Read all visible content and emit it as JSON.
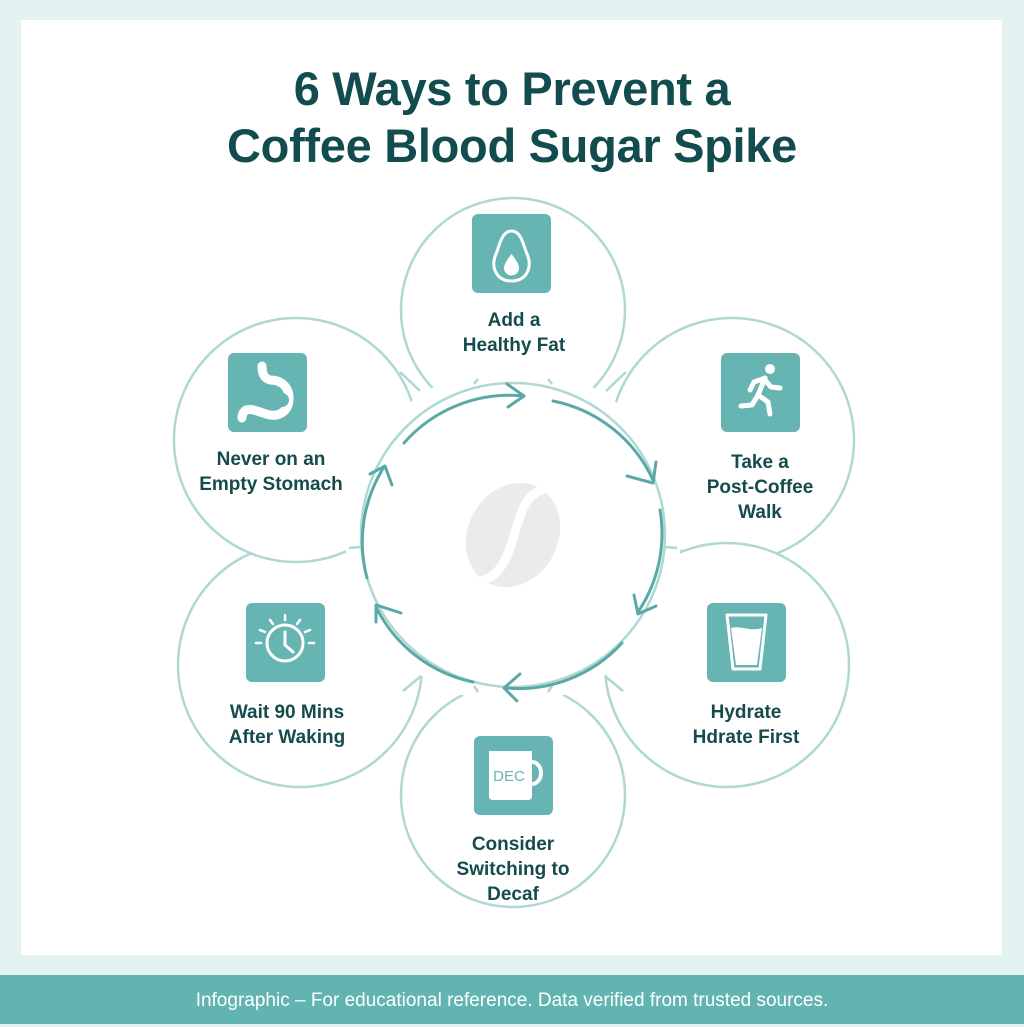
{
  "title": {
    "line1": "6 Ways to Prevent a",
    "line2": "Coffee Blood Sugar Spike"
  },
  "colors": {
    "background": "#e4f2f1",
    "card": "#ffffff",
    "title": "#134c4e",
    "label": "#164b4c",
    "icon_tile": "#67b5b3",
    "petal_outline": "#aed8d4",
    "arrow": "#5aa9a7",
    "bean": "#e9ebec",
    "footer": "#62b4b1"
  },
  "center": {
    "icon": "coffee-bean-icon"
  },
  "steps": [
    {
      "icon": "avocado-icon",
      "lines": [
        "Add a",
        "Healthy Fat"
      ]
    },
    {
      "icon": "running-person-icon",
      "lines": [
        "Take a",
        "Post-Coffee",
        "Walk"
      ]
    },
    {
      "icon": "water-glass-icon",
      "lines": [
        "Hydrate",
        "Hdrate First"
      ]
    },
    {
      "icon": "decaf-mug-icon",
      "icon_text": "DEC",
      "lines": [
        "Consider",
        "Switching to",
        "Decaf"
      ]
    },
    {
      "icon": "clock-sunrise-icon",
      "lines": [
        "Wait 90 Mins",
        "After Waking"
      ]
    },
    {
      "icon": "stomach-icon",
      "lines": [
        "Never on an",
        "Empty Stomach"
      ]
    }
  ],
  "footer": {
    "text": "Infographic – For educational reference. Data verified from trusted sources."
  }
}
